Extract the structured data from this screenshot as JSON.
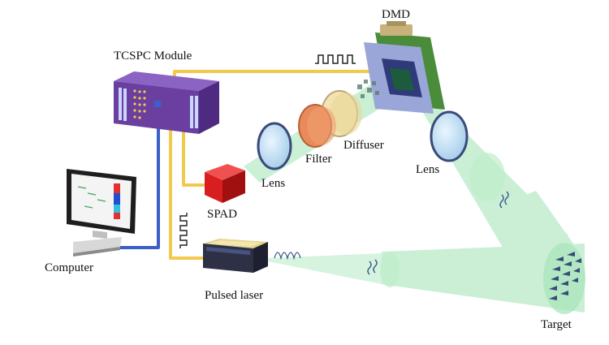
{
  "labels": {
    "tcspc": "TCSPC Module",
    "dmd": "DMD",
    "diffuser": "Diffuser",
    "filter": "Filter",
    "lens_detect": "Lens",
    "lens_project": "Lens",
    "spad": "SPAD",
    "computer": "Computer",
    "pulsed_laser": "Pulsed laser",
    "target": "Target"
  },
  "colors": {
    "cable_yellow": "#f2c94c",
    "cable_blue": "#3b5fc9",
    "beam_green": "#9fe3b4",
    "tcspc_purple": "#6a3fa0",
    "spad_red": "#d81e1e",
    "dmd_board": "#4a8c3a",
    "dmd_frame": "#9aa6d8",
    "filter_orange": "#e88a5a",
    "diffuser_cream": "#f3e3b0",
    "laser_body": "#2e3146",
    "laser_top": "#e6d28a"
  },
  "icons": {
    "pulse_train_icon": "square-wave",
    "laser_pulse_icon": "gaussian-pulses",
    "break_mark_icon": "squiggle"
  }
}
